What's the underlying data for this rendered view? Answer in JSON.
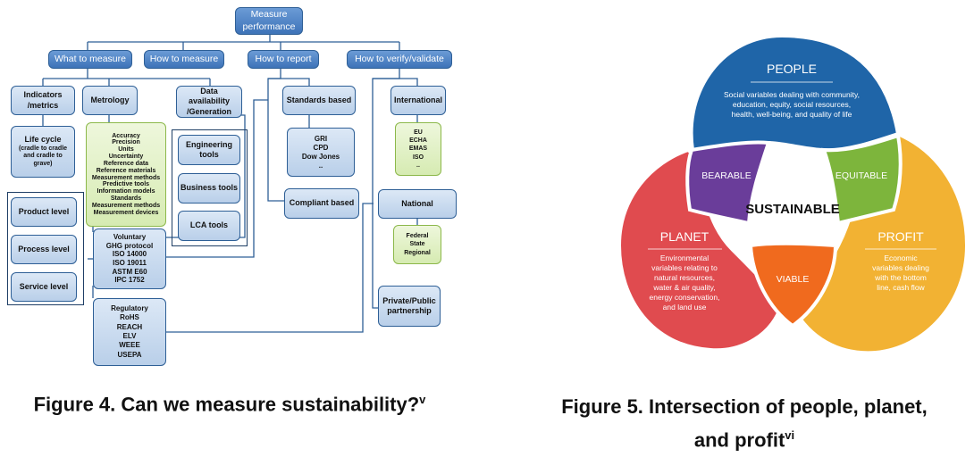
{
  "figure4": {
    "root": "Measure performance",
    "level1": [
      "What to measure",
      "How to measure",
      "How to report",
      "How to verify/validate"
    ],
    "indicators": "Indicators /metrics",
    "metrology": "Metrology",
    "metrology_list": [
      "Accuracy",
      "Precision",
      "Units",
      "Uncertainty",
      "Reference data",
      "Reference materials",
      "Measurement methods",
      "Predictive tools",
      "Information models",
      "Standards",
      "Measurement methods",
      "Measurement devices"
    ],
    "data_availability": "Data availability /Generation",
    "tools": [
      "Engineering tools",
      "Business tools",
      "LCA tools"
    ],
    "lifecycle": "Life cycle",
    "lifecycle_sub": "(cradle to cradle and cradle to grave)",
    "levels": [
      "Product level",
      "Process level",
      "Service level"
    ],
    "voluntary": [
      "Voluntary",
      "GHG protocol",
      "ISO 14000",
      "ISO 19011",
      "ASTM E60",
      "IPC 1752"
    ],
    "regulatory": [
      "Regulatory",
      "RoHS",
      "REACH",
      "ELV",
      "WEEE",
      "USEPA"
    ],
    "standards_based": "Standards based",
    "standards_list": [
      "GRI",
      "CPD",
      "Dow Jones",
      ".."
    ],
    "compliant_based": "Compliant based",
    "international": "International",
    "international_list": [
      "EU",
      "ECHA",
      "EMAS",
      "ISO",
      ".."
    ],
    "national": "National",
    "national_list": [
      "Federal",
      "State",
      "Regional"
    ],
    "private_public": "Private/Public partnership",
    "caption": "Figure 4. Can we measure sustainability?",
    "caption_sup": "v"
  },
  "figure5": {
    "people_title": "PEOPLE",
    "people_desc": [
      "Social variables dealing with community,",
      "education, equity, social resources,",
      "health, well-being, and quality of life"
    ],
    "planet_title": "PLANET",
    "planet_desc": [
      "Environmental",
      "variables relating to",
      "natural resources,",
      "water & air quality,",
      "energy conservation,",
      "and land use"
    ],
    "profit_title": "PROFIT",
    "profit_desc": [
      "Economic",
      "variables dealing",
      "with the bottom",
      "line, cash flow"
    ],
    "bearable": "BEARABLE",
    "equitable": "EQUITABLE",
    "viable": "VIABLE",
    "center": "SUSTAINABLE",
    "caption_line1": "Figure 5. Intersection of people, planet,",
    "caption_line2": "and profit",
    "caption_sup": "vi",
    "colors": {
      "people": "#1f65a8",
      "planet": "#e04b4f",
      "profit": "#f2b233",
      "bearable": "#6a3d9a",
      "equitable": "#7db53c",
      "viable": "#f06a1e"
    }
  }
}
